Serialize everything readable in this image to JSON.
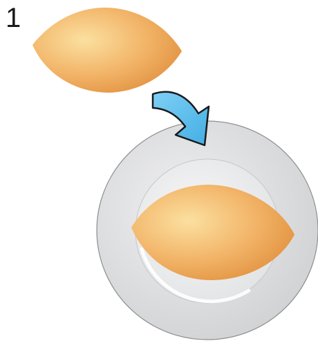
{
  "step": {
    "number": "1"
  },
  "illustration": {
    "items": [
      "bun-piece",
      "plate",
      "move-arrow",
      "bun-on-plate"
    ]
  },
  "colors": {
    "bun_light": "#fbe0a0",
    "bun_mid": "#f2b468",
    "bun_dark": "#e08f3c",
    "arrow_fill": "#6ec6f0",
    "arrow_stroke": "#1a1a1a",
    "plate_rim": "#d9dadb",
    "plate_edge": "#8c8d8f",
    "plate_center": "#f3f3f4"
  }
}
